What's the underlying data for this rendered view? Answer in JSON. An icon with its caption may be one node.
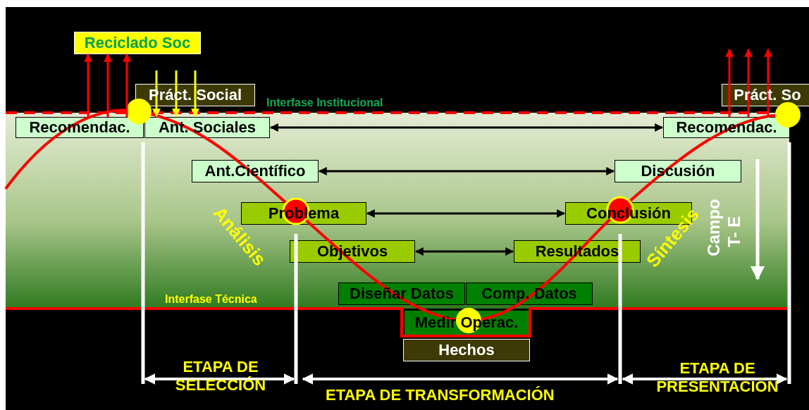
{
  "diagram": {
    "nodes": [
      {
        "text": [
          "Reciclado Soc"
        ]
      },
      {
        "text": [
          "Práct. Social"
        ]
      },
      {
        "text": [
          "Práct. So"
        ]
      },
      {
        "text": [
          "Recomendac."
        ]
      },
      {
        "text": [
          "Ant. Sociales"
        ]
      },
      {
        "text": [
          "Recomendac."
        ]
      },
      {
        "text": [
          "Ant.Científico"
        ]
      },
      {
        "text": [
          "Discusión"
        ]
      },
      {
        "text": [
          "Problema"
        ]
      },
      {
        "text": [
          "Conclusión"
        ]
      },
      {
        "text": [
          "Objetivos"
        ]
      },
      {
        "text": [
          "Resultados"
        ]
      },
      {
        "text": [
          "Diseñar Datos"
        ]
      },
      {
        "text": [
          "Comp. Datos"
        ]
      },
      {
        "text": [
          "Medir Operac."
        ]
      },
      {
        "text": [
          "Hechos"
        ]
      }
    ],
    "edges": [
      {
        "from": 3,
        "to": 0,
        "arrow": "to",
        "color": "#ff0000"
      },
      {
        "from": 3,
        "to": 0,
        "arrow": "to",
        "color": "#ff0000"
      },
      {
        "from": 3,
        "to": 0,
        "arrow": "to",
        "color": "#ff0000"
      },
      {
        "from": null,
        "to": 4,
        "arrow": "to",
        "color": "#ffff00"
      },
      {
        "from": null,
        "to": 4,
        "arrow": "to",
        "color": "#ffff00"
      },
      {
        "from": null,
        "to": 4,
        "arrow": "to",
        "color": "#ffff00"
      },
      {
        "from": 5,
        "to": null,
        "arrow": "to",
        "color": "#ff0000"
      },
      {
        "from": 5,
        "to": null,
        "arrow": "to",
        "color": "#ff0000"
      },
      {
        "from": 5,
        "to": null,
        "arrow": "to",
        "color": "#ff0000"
      },
      {
        "from": 4,
        "to": 5,
        "arrow": "both",
        "color": "#000000"
      },
      {
        "from": 6,
        "to": 7,
        "arrow": "both",
        "color": "#000000"
      },
      {
        "from": 8,
        "to": 9,
        "arrow": "both",
        "color": "#000000"
      },
      {
        "from": 10,
        "to": 11,
        "arrow": "both",
        "color": "#000000"
      }
    ],
    "labels": [
      "Interfase Institucional",
      "Análisis",
      "Síntesis",
      "Campo T- E",
      "Interfase Técnica",
      "ETAPA DE SELECCIÓN",
      "ETAPA DE TRANSFORMACIÓN",
      "ETAPA DE PRESENTACIÓN"
    ]
  }
}
